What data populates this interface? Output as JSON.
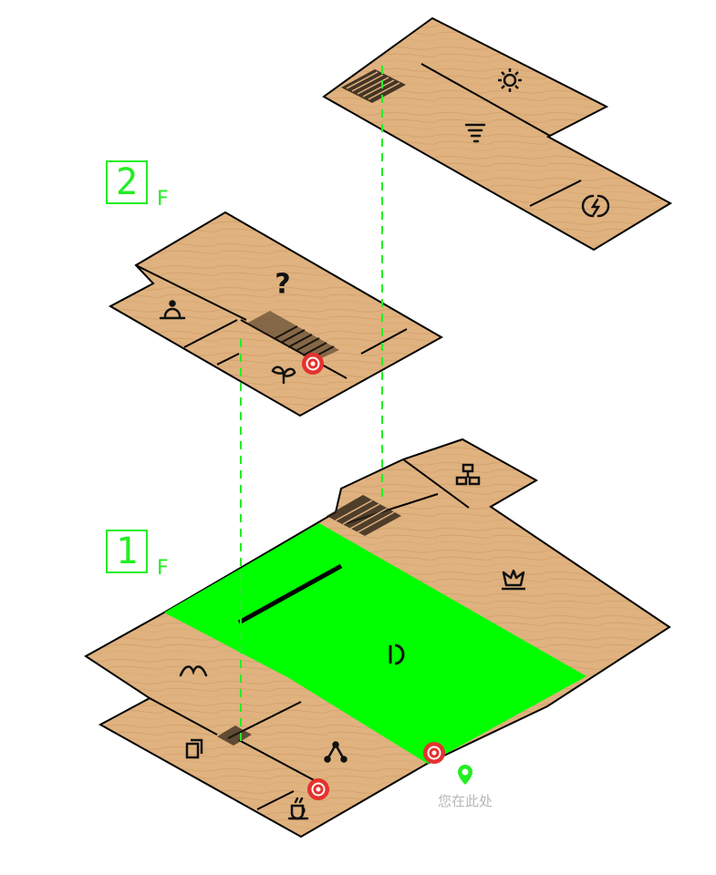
{
  "floors": [
    {
      "box": "2",
      "suffix": "F"
    },
    {
      "box": "1",
      "suffix": "F"
    }
  ],
  "you_are_here": "您在此处",
  "icons": {
    "floor3": [
      "sun-icon",
      "tornado-icon",
      "flash-icon"
    ],
    "floor2": [
      "question-icon",
      "reception-bell-icon",
      "plant-icon",
      "red-location-marker-icon"
    ],
    "floor1": [
      "network-icon",
      "crown-icon",
      "d-letter-icon",
      "wave-icon",
      "copy-icon",
      "triangle-nodes-icon",
      "coffee-icon",
      "red-location-marker-icon",
      "green-location-pin-icon"
    ]
  },
  "colors": {
    "wood": "#dfb27f",
    "wood_grain": "#c9945c",
    "highlight": "#00ff00",
    "accent": "#22ee22",
    "marker_red": "#e5322e",
    "outline": "#000000"
  }
}
